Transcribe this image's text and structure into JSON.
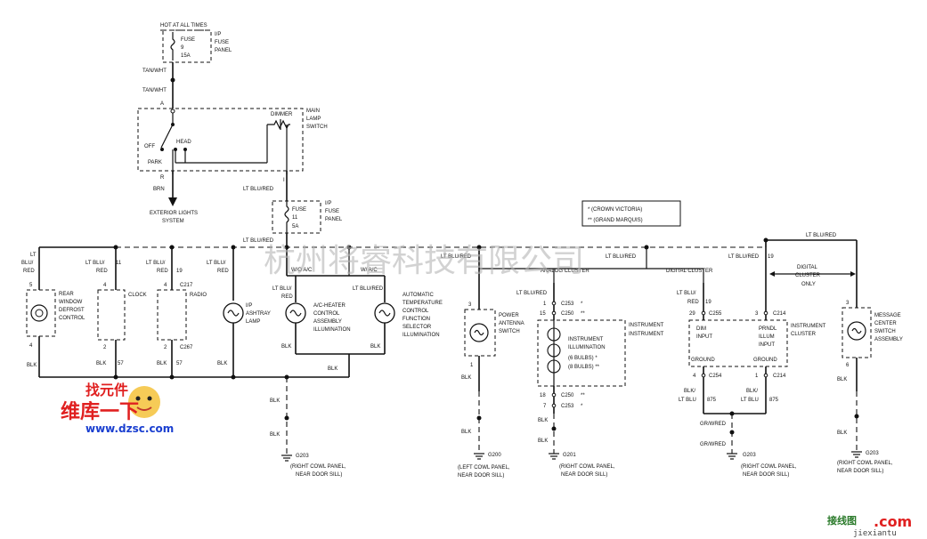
{
  "top": {
    "hot_at_all_times": "HOT AT ALL TIMES",
    "fuse9": "FUSE",
    "fuse9_num": "9",
    "fuse9_amp": "15A",
    "ip_fuse_panel_1": "I/P",
    "ip_fuse_panel_2": "FUSE",
    "ip_fuse_panel_3": "PANEL",
    "tan_wht_a": "TAN/WHT",
    "tan_wht_b": "TAN/WHT",
    "pin_a": "A",
    "pin_r": "R",
    "off": "OFF",
    "head": "HEAD",
    "park": "PARK",
    "dimmer": "DIMMER",
    "main_1": "MAIN",
    "main_2": "LAMP",
    "main_3": "SWITCH",
    "brn": "BRN",
    "ext_1": "EXTERIOR LIGHTS",
    "ext_2": "SYSTEM",
    "pin_i": "I",
    "ltblu_red_1": "LT BLU/RED",
    "fuse11": "FUSE",
    "fuse11_num": "11",
    "fuse11_amp": "5A",
    "ip2_1": "I/P",
    "ip2_2": "FUSE",
    "ip2_3": "PANEL",
    "ltblu_red_2": "LT BLU/RED"
  },
  "legend": {
    "crown": "* (CROWN VICTORIA)",
    "grand": "** (GRAND MARQUIS)"
  },
  "bus": {
    "lt_blu_red_right": "LT BLU/RED",
    "lt_blu_red_mid1": "LT BLU/RED",
    "lt_blu_red_mid2": "LT BLU/RED",
    "analog": "ANALOG CLUSTER",
    "digital": "DIGITAL CLUSTER"
  },
  "rear": {
    "w1": "LT",
    "w2": "BLU/",
    "w3": "RED",
    "pin5": "5",
    "pin4": "4",
    "l1": "REAR",
    "l2": "WINDOW",
    "l3": "DEFROST",
    "l4": "CONTROL",
    "blk": "BLK"
  },
  "clock": {
    "w1": "LT BLU/",
    "w2": "RED",
    "wn": "11",
    "pin4": "4",
    "pin2": "2",
    "label": "CLOCK",
    "blk": "BLK",
    "n57": "57"
  },
  "radio": {
    "w1": "LT BLU/",
    "w2": "RED",
    "wn": "19",
    "pin4": "4",
    "conn_top": "C217",
    "pin2": "2",
    "conn_bot": "C267",
    "label": "RADIO",
    "blk": "BLK",
    "n57": "57"
  },
  "ashtray": {
    "w1": "LT BLU/",
    "w2": "RED",
    "l1": "I/P",
    "l2": "ASHTRAY",
    "l3": "LAMP",
    "blk": "BLK"
  },
  "ac": {
    "wo": "W/O A/C",
    "w": "W/ A/C",
    "w1": "LT BLU/",
    "w2": "RED",
    "ltblu_red": "LT BLU/RED",
    "h1": "A/C-HEATER",
    "h2": "CONTROL",
    "h3": "ASSEMBLY",
    "h4": "ILLUMINATION",
    "t1": "AUTOMATIC",
    "t2": "TEMPERATURE",
    "t3": "CONTROL",
    "t4": "FUNCTION",
    "t5": "SELECTOR",
    "t6": "ILLUMINATION",
    "blk1": "BLK",
    "blk2": "BLK",
    "blk3": "BLK",
    "blk4": "BLK",
    "blk5": "BLK",
    "blk6": "BLK"
  },
  "g203a": {
    "name": "G203",
    "l1": "(RIGHT COWL PANEL,",
    "l2": "NEAR DOOR SILL)"
  },
  "antenna": {
    "wire": "LT BLU/RED",
    "pin3": "3",
    "pin1": "1",
    "l1": "POWER",
    "l2": "ANTENNA",
    "l3": "SWITCH",
    "blk1": "BLK",
    "blk2": "BLK",
    "g_name": "G200",
    "g1": "(LEFT COWL PANEL,",
    "g2": "NEAR DOOR SILL)"
  },
  "analog": {
    "wire": "LT BLU/RED",
    "p1": "1",
    "c253a": "C253",
    "s1": "*",
    "p15": "15",
    "c250a": "C250",
    "s2": "**",
    "l1": "INSTRUMENT",
    "l2": "ILLUMINATION",
    "l3": "(6 BULBS) *",
    "l4": "(8 BULBS) **",
    "r1": "INSTRUMENT",
    "r2": "INSTRUMENT",
    "p18": "18",
    "c250b": "C250",
    "s3": "**",
    "p7": "7",
    "c253b": "C253",
    "s4": "*",
    "blk1": "BLK",
    "blk2": "BLK",
    "g_name": "G201",
    "g1": "(RIGHT COWL PANEL,",
    "g2": "NEAR DOOR SILL)"
  },
  "digital": {
    "w1": "LT BLU/",
    "w2": "RED",
    "wn": "19",
    "w3": "LT BLU/RED",
    "wn2": "19",
    "p29": "29",
    "c255": "C255",
    "p3": "3",
    "c214a": "C214",
    "dim1": "DIM",
    "dim2": "INPUT",
    "prndl1": "PRNDL",
    "prndl2": "ILLUM",
    "prndl3": "INPUT",
    "gnd1": "GROUND",
    "gnd2": "GROUND",
    "r1": "INSTRUMENT",
    "r2": "CLUSTER",
    "p4": "4",
    "c254": "C254",
    "p1": "1",
    "c214b": "C214",
    "ba1": "BLK/",
    "ba2": "LT BLU",
    "ba3": "875",
    "bb1": "BLK/",
    "bb2": "LT BLU",
    "bb3": "875",
    "gw1": "GR/WRED",
    "gw2": "GR/WRED",
    "g_name": "G203",
    "g1": "(RIGHT COWL PANEL,",
    "g2": "NEAR DOOR SILL)"
  },
  "message": {
    "cluster_only_1": "DIGITAL",
    "cluster_only_2": "CLUSTER",
    "cluster_only_3": "ONLY",
    "pin3": "3",
    "pin6": "6",
    "l1": "MESSAGE",
    "l2": "CENTER",
    "l3": "SWITCH",
    "l4": "ASSEMBLY",
    "blk1": "BLK",
    "blk2": "BLK",
    "g_name": "G203",
    "g1": "(RIGHT COWL PANEL,",
    "g2": "NEAR DOOR SILL)"
  },
  "watermarks": {
    "company": "杭州将睿科技有限公司",
    "brand1": "找元件",
    "brand2": "维库一下",
    "site": "www.dzsc.com",
    "corner1": "接线图",
    "corner2": ".com",
    "corner3": "jiexiantu"
  }
}
